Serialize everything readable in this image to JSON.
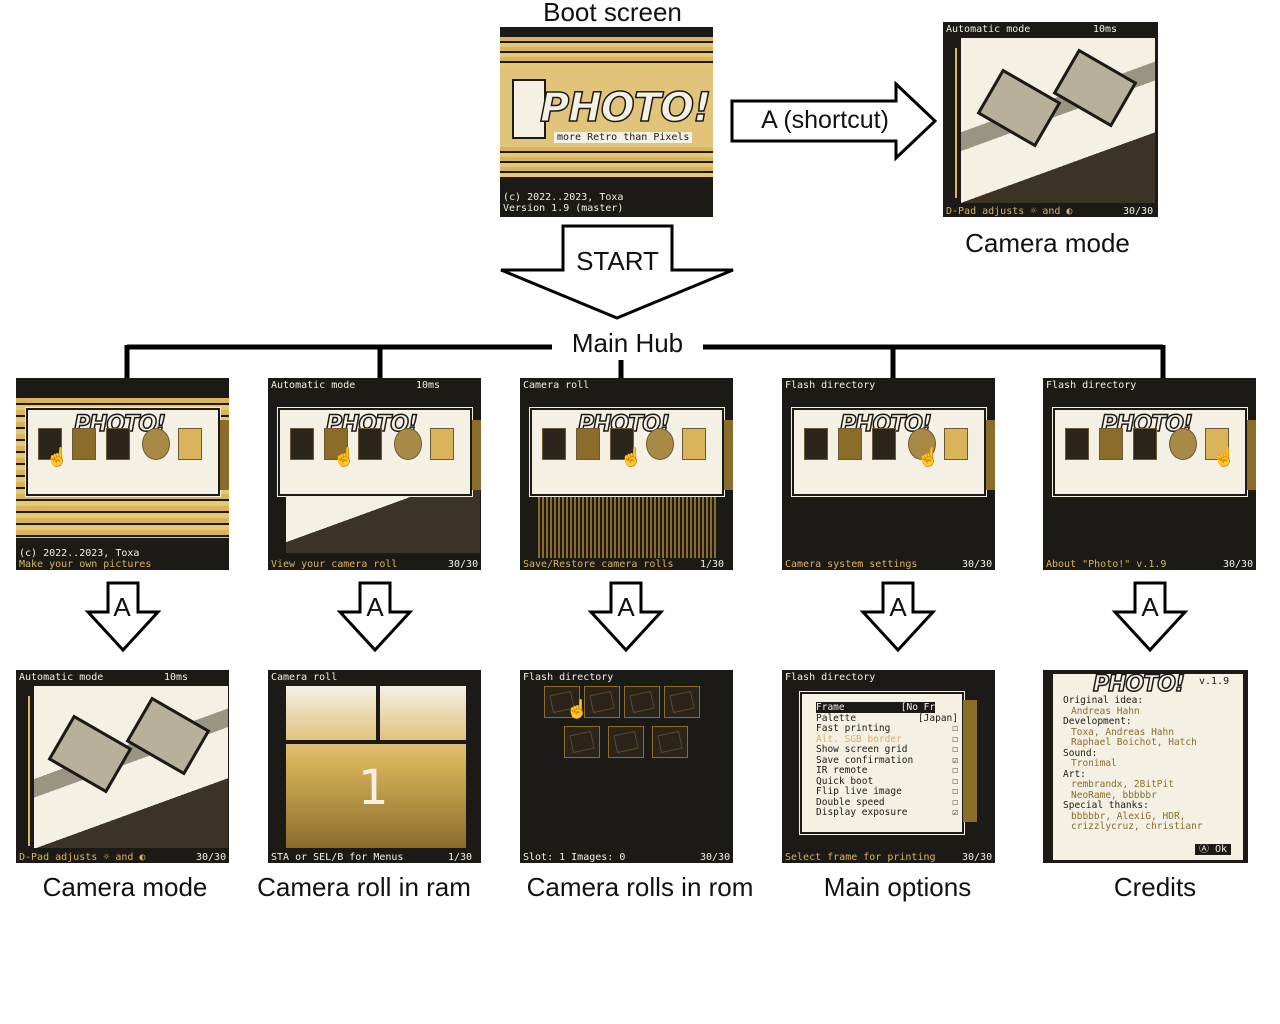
{
  "labels": {
    "boot_screen": "Boot screen",
    "camera_mode_top": "Camera mode",
    "main_hub": "Main Hub",
    "camera_mode": "Camera mode",
    "camera_roll_ram": "Camera roll in ram",
    "camera_rolls_rom": "Camera rolls in rom",
    "main_options": "Main options",
    "credits": "Credits"
  },
  "arrows": {
    "shortcut": "A (shortcut)",
    "start": "START",
    "a": "A"
  },
  "boot": {
    "logo": "PHOTO!",
    "tagline": "more Retro than Pixels",
    "copyright": "(c) 2022..2023, Toxa",
    "version": "Version 1.9 (master)"
  },
  "camera": {
    "mode": "Automatic mode",
    "exposure": "10ms",
    "footer": "D-Pad adjusts ☼ and ◐",
    "count": "30/30"
  },
  "hub": [
    {
      "header": "",
      "footer_left": "(c) 2022..2023, Toxa",
      "footer_sub": "Make your own pictures",
      "count": ""
    },
    {
      "header": "Automatic mode",
      "header_right": "10ms",
      "footer_left": "View your camera roll",
      "count": "30/30"
    },
    {
      "header": "Camera roll",
      "footer_left": "Save/Restore camera rolls",
      "count": "1/30"
    },
    {
      "header": "Flash directory",
      "footer_left": "Camera system settings",
      "count": "30/30"
    },
    {
      "header": "Flash directory",
      "footer_left": "About \"Photo!\" v.1.9",
      "count": "30/30"
    }
  ],
  "roll": {
    "header": "Camera roll",
    "number": "1",
    "footer": "STA or SEL/B for Menus",
    "count": "1/30"
  },
  "flash": {
    "header": "Flash directory",
    "footer": "Slot: 1 Images: 0",
    "count": "30/30"
  },
  "options": {
    "header": "Flash directory",
    "items": [
      {
        "label": "Frame",
        "value": "[No Frame]"
      },
      {
        "label": "Palette",
        "value": "[Japan]"
      },
      {
        "label": "Fast printing",
        "value": "☐"
      },
      {
        "label": "Alt. SGB border",
        "value": "☐"
      },
      {
        "label": "Show screen grid",
        "value": "☐"
      },
      {
        "label": "Save confirmation",
        "value": "☑"
      },
      {
        "label": "IR remote",
        "value": "☐"
      },
      {
        "label": "Quick boot",
        "value": "☐"
      },
      {
        "label": "Flip live image",
        "value": "☐"
      },
      {
        "label": "Double speed",
        "value": "☐"
      },
      {
        "label": "Display exposure",
        "value": "☑"
      }
    ],
    "footer": "Select frame for printing",
    "count": "30/30"
  },
  "credits": {
    "logo": "PHOTO!",
    "version": "v.1.9",
    "lines": [
      {
        "t": "Original idea:",
        "h": true
      },
      {
        "t": "Andreas Hahn",
        "h": false
      },
      {
        "t": "Development:",
        "h": true
      },
      {
        "t": "Toxa, Andreas Hahn",
        "h": false
      },
      {
        "t": "Raphael Boichot, Hatch",
        "h": false
      },
      {
        "t": "Sound:",
        "h": true
      },
      {
        "t": "Tronimal",
        "h": false
      },
      {
        "t": "Art:",
        "h": true
      },
      {
        "t": "rembrandx, 2BitPit",
        "h": false
      },
      {
        "t": "NeoRame, bbbbbr",
        "h": false
      },
      {
        "t": "Special thanks:",
        "h": true
      },
      {
        "t": "bbbbbr, AlexiG, HDR,",
        "h": false
      },
      {
        "t": "crizzlycruz, christianr",
        "h": false
      }
    ],
    "ok": "Ⓐ Ok"
  },
  "colors": {
    "dark": "#1c1a17",
    "gold": "#d9b45a",
    "cream": "#f4f0e4"
  }
}
